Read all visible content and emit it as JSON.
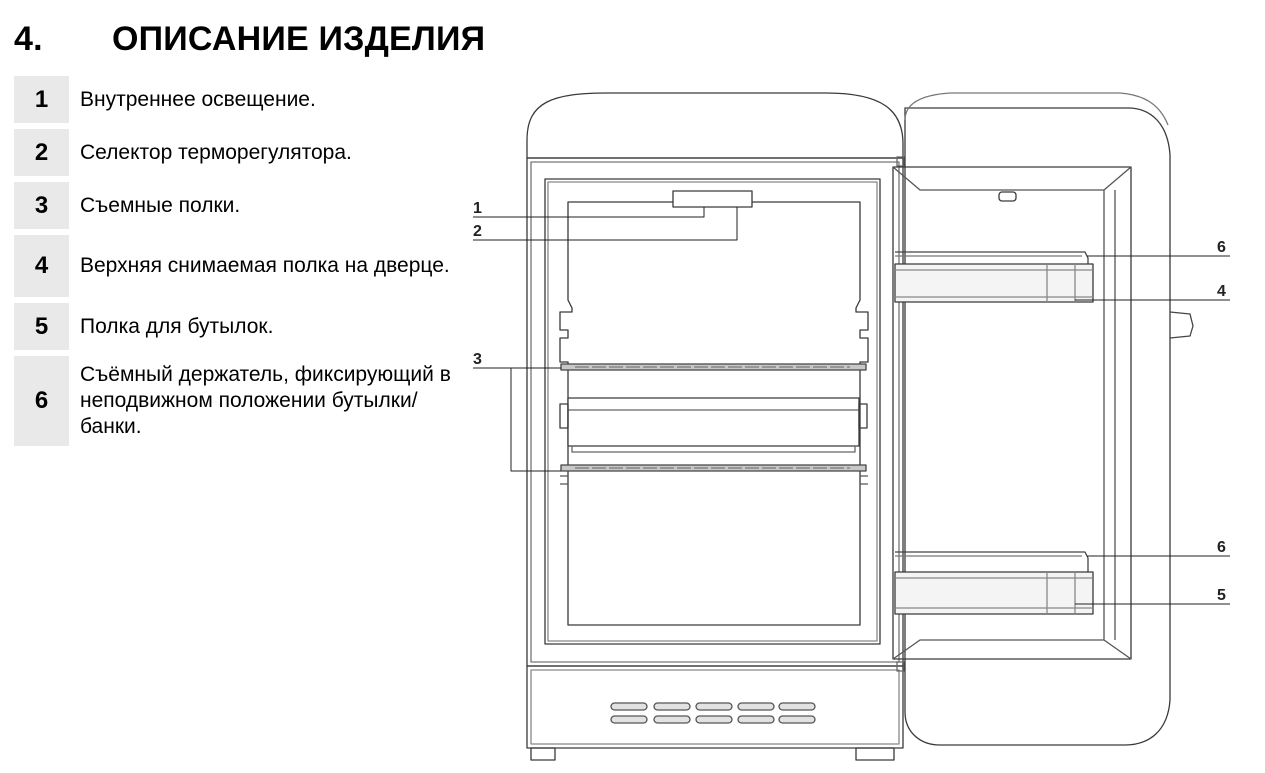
{
  "section": {
    "number": "4.",
    "title": "ОПИСАНИЕ ИЗДЕЛИЯ"
  },
  "legend": [
    {
      "num": "1",
      "text": "Внутреннее освещение."
    },
    {
      "num": "2",
      "text": "Селектор терморегулятора."
    },
    {
      "num": "3",
      "text": "Съемные полки."
    },
    {
      "num": "4",
      "text": "Верхняя снимаемая полка на дверце."
    },
    {
      "num": "5",
      "text": "Полка для бутылок."
    },
    {
      "num": "6",
      "text": "Съёмный держатель, фиксирующий в неподвижном положении бутылки/банки."
    }
  ],
  "callouts": {
    "light": "1",
    "thermostat": "2",
    "shelves": "3",
    "door_bin_top_holder": "6",
    "door_shelf_top": "4",
    "door_bin_bottom_holder": "6",
    "bottle_shelf": "5"
  }
}
